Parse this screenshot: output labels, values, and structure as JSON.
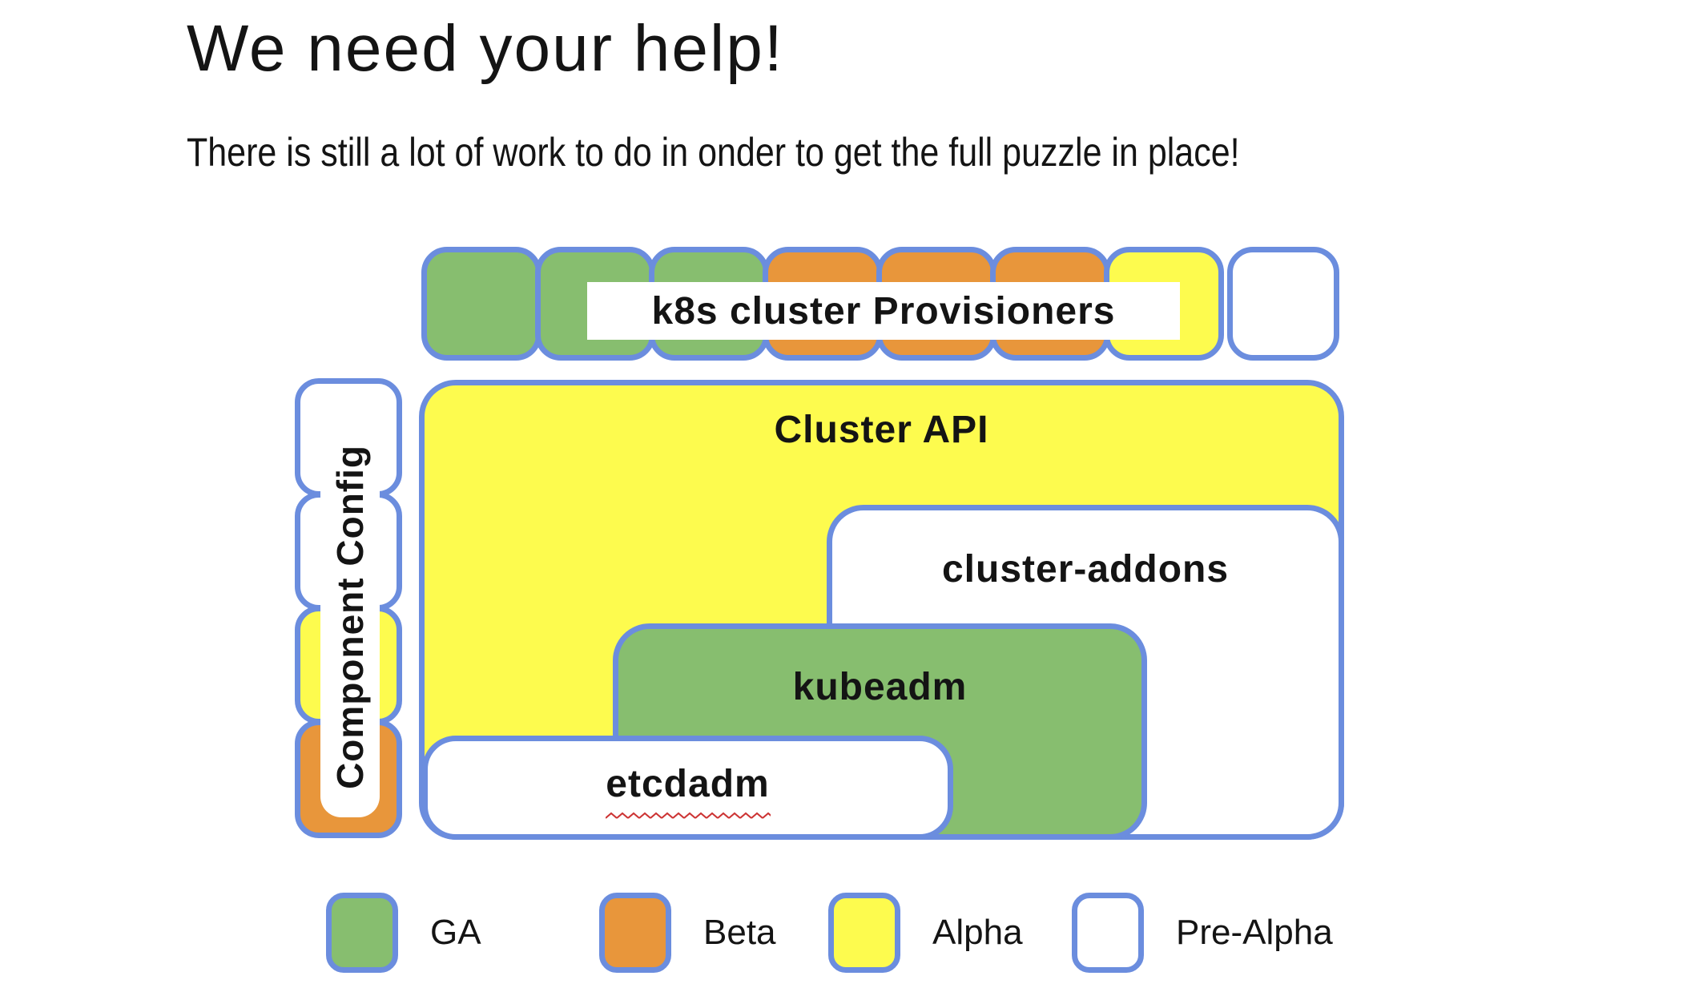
{
  "title": "We need your help!",
  "subtitle": "There is still a lot of work to do in onder to get the full puzzle in place!",
  "colors": {
    "ga_green": "#87BE6F",
    "beta_orange": "#E8963B",
    "alpha_yellow": "#FDFB4E",
    "pre_alpha_white": "#FFFFFF",
    "border_blue": "#6B8DDE",
    "squiggle_red": "#CC3333",
    "label_white_bg": "#FFFFFF",
    "text_black": "#141414"
  },
  "diagram": {
    "provisioners_row": {
      "label": "k8s cluster Provisioners",
      "pieces": [
        {
          "status": "GA",
          "color": "#87BE6F"
        },
        {
          "status": "GA",
          "color": "#87BE6F"
        },
        {
          "status": "GA",
          "color": "#87BE6F"
        },
        {
          "status": "Beta",
          "color": "#E8963B"
        },
        {
          "status": "Beta",
          "color": "#E8963B"
        },
        {
          "status": "Beta",
          "color": "#E8963B"
        },
        {
          "status": "Alpha",
          "color": "#FDFB4E"
        },
        {
          "status": "Pre-Alpha",
          "color": "#FFFFFF"
        }
      ]
    },
    "component_config": {
      "label": "Component Config",
      "pieces": [
        {
          "status": "Pre-Alpha",
          "color": "#FFFFFF"
        },
        {
          "status": "Pre-Alpha",
          "color": "#FFFFFF"
        },
        {
          "status": "Alpha",
          "color": "#FDFB4E"
        },
        {
          "status": "Beta",
          "color": "#E8963B"
        }
      ]
    },
    "boxes": [
      {
        "label": "Cluster API",
        "status": "Alpha",
        "color": "#FDFB4E"
      },
      {
        "label": "cluster-addons",
        "status": "Pre-Alpha",
        "color": "#FFFFFF"
      },
      {
        "label": "kubeadm",
        "status": "GA",
        "color": "#87BE6F"
      },
      {
        "label": "etcdadm",
        "status": "Pre-Alpha",
        "color": "#FFFFFF",
        "spellcheck_underline": true
      }
    ]
  },
  "legend": {
    "items": [
      {
        "label": "GA",
        "color": "#87BE6F"
      },
      {
        "label": "Beta",
        "color": "#E8963B"
      },
      {
        "label": "Alpha",
        "color": "#FDFB4E"
      },
      {
        "label": "Pre-Alpha",
        "color": "#FFFFFF"
      }
    ]
  }
}
